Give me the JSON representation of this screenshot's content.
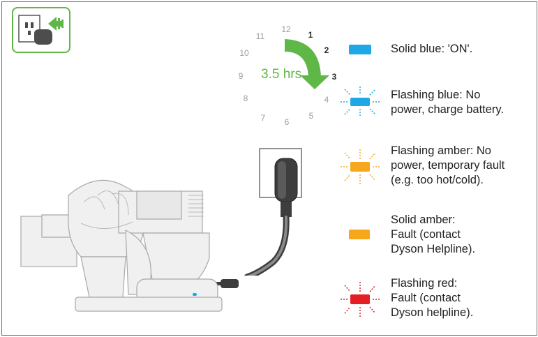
{
  "clock": {
    "numbers": [
      "12",
      "1",
      "2",
      "3",
      "4",
      "5",
      "6",
      "7",
      "8",
      "9",
      "10",
      "11"
    ],
    "duration": "3.5 hrs"
  },
  "legend": [
    {
      "color": "#1ea8e6",
      "style": "solid",
      "lines": [
        "Solid blue: 'ON'."
      ]
    },
    {
      "color": "#1ea8e6",
      "style": "flashing",
      "lines": [
        "Flashing blue: No",
        "power, charge battery."
      ]
    },
    {
      "color": "#f6a71c",
      "style": "flashing",
      "lines": [
        "Flashing amber: No",
        "power, temporary fault",
        "(e.g. too hot/cold)."
      ]
    },
    {
      "color": "#f6a71c",
      "style": "solid",
      "lines": [
        "Solid amber:",
        "Fault (contact",
        "Dyson Helpline)."
      ]
    },
    {
      "color": "#e31e24",
      "style": "flashing",
      "lines": [
        "Flashing red:",
        "Fault (contact",
        "Dyson helpline)."
      ]
    }
  ],
  "colors": {
    "accent": "#5eb746",
    "frame": "#6d6d6d",
    "ink": "#231f20"
  },
  "icons": [
    "wall-socket-plug-in-icon",
    "clock-icon",
    "charger-plug-icon",
    "vacuum-cleaner-illustration"
  ]
}
